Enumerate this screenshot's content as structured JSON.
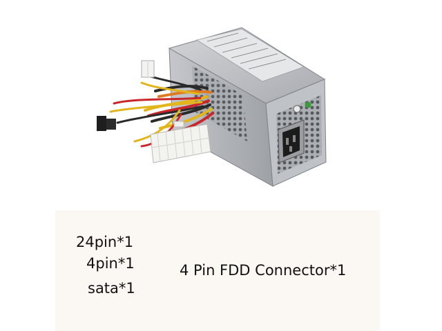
{
  "specs": {
    "line1": "24pin*1",
    "line2": "4pin*1",
    "line3": "sata*1",
    "connector_note": "4 Pin FDD Connector*1"
  },
  "colors": {
    "psu_body": "#b9bcc0",
    "psu_dark": "#8e9196",
    "connector_white": "#f3f3ef",
    "wire_red": "#c8262a",
    "wire_yellow": "#e2b51b",
    "wire_black": "#2a2a2a",
    "wire_orange": "#e07a20",
    "caption_bg": "#fbf8f3"
  }
}
